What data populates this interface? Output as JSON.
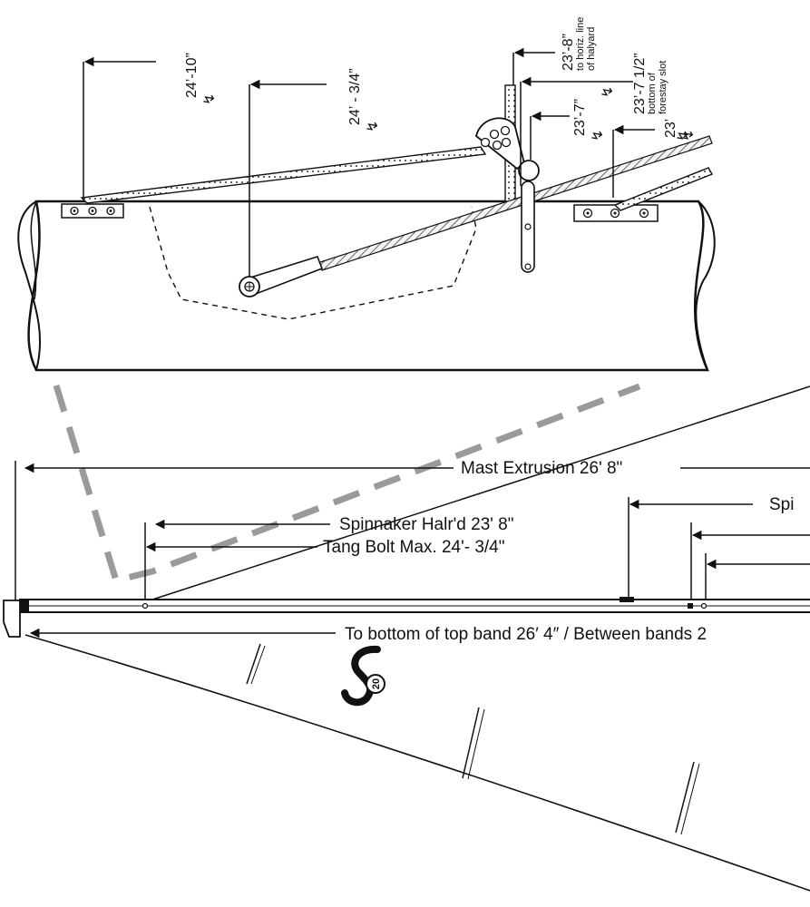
{
  "top_detail": {
    "dims": [
      {
        "id": "d1",
        "text": "24’-10”",
        "zz": "↯"
      },
      {
        "id": "d2",
        "text": "24’ - 3/4”",
        "zz": "↯"
      },
      {
        "id": "d3",
        "text": "23’-8”",
        "sub1": "to horiz. line",
        "sub2": "of halyard",
        "zz": "↯"
      },
      {
        "id": "d4",
        "text": "23’-7 1/2”",
        "sub1": "bottom of",
        "sub2": "forestay slot",
        "zz": "↯"
      },
      {
        "id": "d5",
        "text": "23’-7”",
        "zz": "↯"
      },
      {
        "id": "d6",
        "text": "23’",
        "zz": "↯"
      }
    ]
  },
  "mast_labels": {
    "mast_extrusion": "Mast Extrusion  26' 8\"",
    "spinnaker_top_partial": "Spi",
    "spinnaker_halyard": "Spinnaker Halr'd  23' 8\"",
    "tang_bolt": "Tang Bolt Max. 24'- 3/4\"",
    "top_band": "To bottom of top band 26′ 4″ / Between bands 2"
  },
  "logo": {
    "text": "20"
  }
}
